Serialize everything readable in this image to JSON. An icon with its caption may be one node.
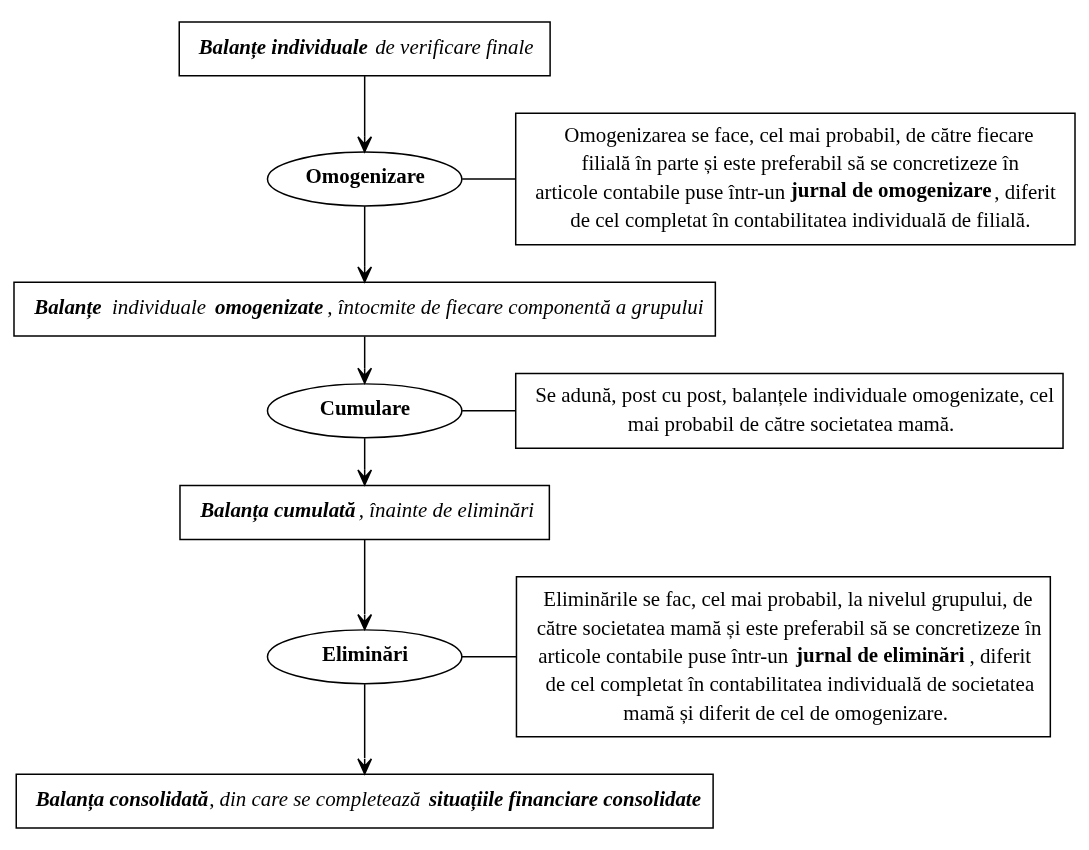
{
  "diagram": {
    "nodes": [
      {
        "text": [
          "**Balanțe individuale** de verificare finale"
        ]
      },
      {
        "text": [
          "Omogenizare"
        ]
      },
      {
        "text": [
          "Omogenizarea se face, cel mai probabil, de către fiecare filială în parte și este preferabil să se concretizeze în articole contabile puse într-un **jurnal de omogenizare**, diferit de cel completat în contabilitatea individuală de filială."
        ]
      },
      {
        "text": [
          "**Balanțe** individuale **omogenizate**, întocmite de fiecare componentă a grupului"
        ]
      },
      {
        "text": [
          "Cumulare"
        ]
      },
      {
        "text": [
          "Se adună, post cu post, balanțele individuale omogenizate, cel mai probabil de către societatea mamă."
        ]
      },
      {
        "text": [
          "**Balanța cumulată**, înainte de eliminări"
        ]
      },
      {
        "text": [
          "Eliminări"
        ]
      },
      {
        "text": [
          "Eliminările se fac, cel mai probabil, la nivelul grupului, de către societatea mamă și este preferabil să se concretizeze în articole contabile puse într-un **jurnal de eliminări**, diferit de cel completat în contabilitatea individuală de societatea mamă și diferit de cel de omogenizare."
        ]
      },
      {
        "text": [
          "**Balanța consolidată**, din care se completează **situațiile financiare consolidate**"
        ]
      }
    ],
    "edges": [
      {
        "from": 0,
        "to": 1,
        "arrow": "to"
      },
      {
        "from": 2,
        "to": 1,
        "arrow": "none"
      },
      {
        "from": 1,
        "to": 3,
        "arrow": "to"
      },
      {
        "from": 3,
        "to": 4,
        "arrow": "to"
      },
      {
        "from": 5,
        "to": 4,
        "arrow": "none"
      },
      {
        "from": 4,
        "to": 6,
        "arrow": "to"
      },
      {
        "from": 6,
        "to": 7,
        "arrow": "to"
      },
      {
        "from": 8,
        "to": 7,
        "arrow": "none"
      },
      {
        "from": 7,
        "to": 9,
        "arrow": "to"
      }
    ]
  }
}
